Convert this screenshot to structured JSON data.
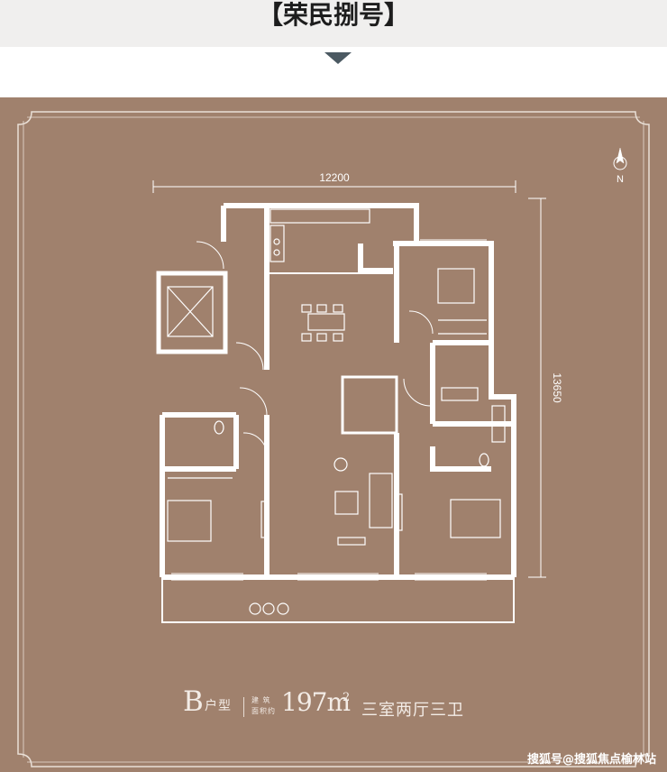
{
  "header": {
    "title": "【荣民捌号】"
  },
  "plan": {
    "width_dimension": "12200",
    "height_dimension": "13650",
    "north_label": "N"
  },
  "unit_info": {
    "type_letter": "B",
    "type_suffix": "户型",
    "label_line1": "建 筑",
    "label_line2": "面积约",
    "area_value": "197m",
    "area_superscript": "2",
    "layout": "三室两厅三卫"
  },
  "watermark": "搜狐号@搜狐焦点榆林站",
  "colors": {
    "panel": "#a0816d",
    "lines": "#ffffff",
    "header_bg": "#f0efee",
    "arrow": "#4b5962"
  }
}
